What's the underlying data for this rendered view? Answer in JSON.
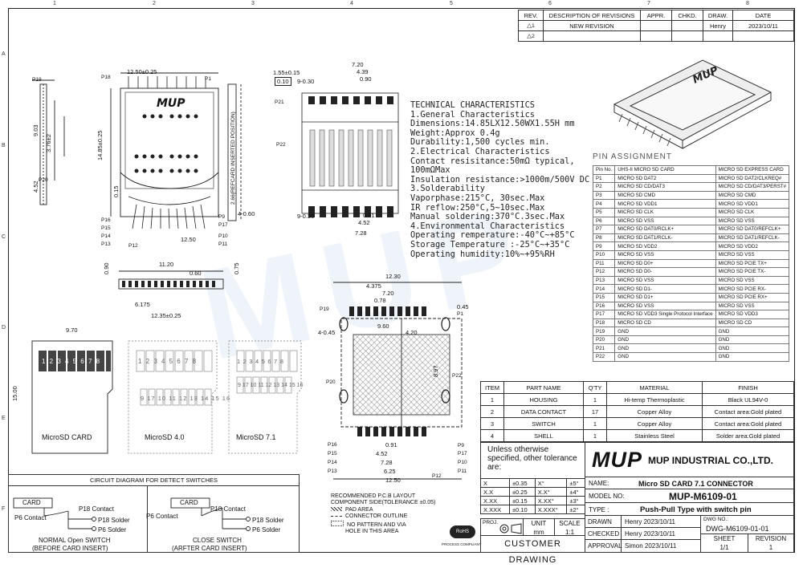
{
  "zones": {
    "cols": [
      "1",
      "2",
      "3",
      "4",
      "5",
      "6",
      "7",
      "8"
    ],
    "rows": [
      "A",
      "B",
      "C",
      "D",
      "E",
      "F"
    ]
  },
  "revision": {
    "headers": [
      "REV.",
      "DESCRIPTION OF REVISIONS",
      "APPR.",
      "CHKD.",
      "DRAW.",
      "DATE"
    ],
    "rows": [
      {
        "rev": "1",
        "desc": "NEW REVISION",
        "appr": "",
        "chkd": "",
        "draw": "Henry",
        "date": "2023/10/11"
      },
      {
        "rev": "2",
        "desc": "",
        "appr": "",
        "chkd": "",
        "draw": "",
        "date": ""
      }
    ]
  },
  "tech": {
    "lines": [
      "TECHNICAL CHARACTERISTICS",
      "1.General Characteristics",
      "Dimensions:14.85LX12.50WX1.55H mm",
      "Weight:Approx 0.4g",
      "Durability:1,500 cycles min.",
      "2.Electrical Characteristics",
      "Contact resisitance:50mΩ typical,",
      "100mΩMax",
      "Insulation resistance:>1000m/500V DC",
      "3.Solderability",
      "Vaporphase:215°C, 30sec.Max",
      "IR reflow:250°C,5~10sec.Max",
      "Manual soldering:370°C.3sec.Max",
      "4.Environmental Characteristics",
      "Operating remperature:-40°C~+85°C",
      "Storage Temperature :-25°C~+35°C",
      "Operating humidity:10%~+95%RH"
    ]
  },
  "pins": {
    "title": "PIN ASSIGNMENT",
    "headers": [
      "Pin No.",
      "UHS-II MICRO SD CARD",
      "MICRO SD EXPRESS CARD"
    ],
    "rows": [
      [
        "P1",
        "MICRO SD DAT2",
        "MICRO SD DAT2/CLKREQ#"
      ],
      [
        "P2",
        "MICRO SD CD/DAT3",
        "MICRO SD CD/DAT3/PERST#"
      ],
      [
        "P3",
        "MICRO SD CMD",
        "MICRO SD CMD"
      ],
      [
        "P4",
        "MICRO SD VDD1",
        "MICRO SD VDD1"
      ],
      [
        "P5",
        "MICRO SD CLK",
        "MICRO SD CLK"
      ],
      [
        "P6",
        "MICRO SD VSS",
        "MICRO SD VSS"
      ],
      [
        "P7",
        "MICRO SD DAT0/RCLK+",
        "MICRO SD DAT0/REFCLK+"
      ],
      [
        "P8",
        "MICRO SD DAT1/RCLK-",
        "MICRO SD DAT1/REFCLK-"
      ],
      [
        "P9",
        "MICRO SD VDD2",
        "MICRO SD VDD2"
      ],
      [
        "P10",
        "MICRO SD VSS",
        "MICRO SD VSS"
      ],
      [
        "P11",
        "MICRO SD D0+",
        "MICRO SD PCIE TX+"
      ],
      [
        "P12",
        "MICRO SD D0-",
        "MICRO SD PCIE TX-"
      ],
      [
        "P13",
        "MICRO SD VSS",
        "MICRO SD VSS"
      ],
      [
        "P14",
        "MICRO SD D1-",
        "MICRO SD PCIE RX-"
      ],
      [
        "P15",
        "MICRO SD D1+",
        "MICRO SD PCIE RX+"
      ],
      [
        "P16",
        "MICRO SD VSS",
        "MICRO SD VSS"
      ],
      [
        "P17",
        "MICRO SD VDD3 Single Protocol Interface",
        "MICRO SD VDD3"
      ],
      [
        "P18",
        "MICRO SD CD",
        "MICRO SD CD"
      ],
      [
        "P19",
        "GND",
        "GND"
      ],
      [
        "P20",
        "GND",
        "GND"
      ],
      [
        "P21",
        "GND",
        "GND"
      ],
      [
        "P22",
        "GND",
        "GND"
      ]
    ]
  },
  "parts": {
    "headers": [
      "ITEM",
      "PART NAME",
      "Q'TY",
      "MATERIAL",
      "FINISH"
    ],
    "rows": [
      [
        "1",
        "HOUSING",
        "1",
        "Hi-temp Thermoplastic",
        "Black UL94V-0"
      ],
      [
        "2",
        "DATA CONTACT",
        "17",
        "Copper Alloy",
        "Contact area:Gold plated"
      ],
      [
        "3",
        "SWITCH",
        "1",
        "Copper Alloy",
        "Contact area:Gold plated"
      ],
      [
        "4",
        "SHELL",
        "1",
        "Stainless Steel",
        "Solder area:Gold plated"
      ]
    ]
  },
  "titleblock": {
    "unless": "Unless otherwise specified, other tolerance are:",
    "tol": [
      [
        "X",
        "±0.35",
        "X°",
        "±5°"
      ],
      [
        "X.X",
        "±0.25",
        "X.X°",
        "±4°"
      ],
      [
        "X.XX",
        "±0.15",
        "X.XX°",
        "±3°"
      ],
      [
        "X.XXX",
        "±0.10",
        "X.XXX°",
        "±2°"
      ]
    ],
    "proj": "PROJ.",
    "unit_label": "UNIT",
    "unit": "mm",
    "scale_label": "SCALE",
    "scale": "1:1",
    "rohs": "RoHS",
    "process": "PROCESS COMPLIANT",
    "company_logo": "MUP",
    "company": "MUP INDUSTRIAL CO.,LTD.",
    "name_label": "NAME:",
    "name": "Micro SD CARD 7.1 CONNECTOR",
    "model_label": "MODEL NO:",
    "model": "MUP-M6109-01",
    "type_label": "TYPE :",
    "type": "Push-Pull Type with switch pin",
    "customer": "CUSTOMER DRAWING",
    "drawn_label": "DRAWN",
    "drawn": "Henry 2023/10/11",
    "checked_label": "CHECKED",
    "checked": "Henry 2023/10/11",
    "approval_label": "APPROVAL",
    "approval": "Simon 2023/10/11",
    "dwg_label": "DWG NO.:",
    "dwg": "DWG-M6109-01-01",
    "sheet_label": "SHEET",
    "sheet": "1/1",
    "revision_label": "REVISION",
    "revision": "1"
  },
  "pcb": {
    "lines": [
      "RECOMMENDED P.C.B LAYOUT",
      "COMPONENT SIDE(TOLERANCE ±0.05)",
      "PAD AREA",
      "CONNECTOR OUTLINE",
      "NO PATTERN AND VIA",
      "HOLE IN THIS AREA"
    ]
  },
  "circuit": {
    "title": "CIRCUIT DIAGRAM FOR DETECT SWITCHES",
    "card": "CARD",
    "p6": "P6 Contact",
    "p18c": "P18 Contact",
    "p18s": "P18 Solder",
    "p6s": "P6 Solder",
    "normal1": "NORMAL Open SWITCH",
    "normal2": "(BEFORE CARD INSERT)",
    "close1": "CLOSE SWITCH",
    "close2": "(ARFTER CARD INSERT)"
  },
  "cards": {
    "w": "9.70",
    "h": "15.00",
    "a": "MicroSD CARD",
    "b": "MicroSD 4.0",
    "c": "MicroSD 7.1",
    "nums_top": [
      "1",
      "2",
      "3",
      "4",
      "5",
      "6",
      "7",
      "8"
    ],
    "nums_bot": [
      "9",
      "17",
      "10",
      "11",
      "12",
      "13",
      "14",
      "15",
      "16"
    ]
  },
  "dims": {
    "top_w": "12.50±0.25",
    "len": "14.85±0.25",
    "d903": "9.03",
    "d376": "3.76±2",
    "d452": "4.52",
    "d015": "0.15",
    "d1250": "12.50",
    "d1120": "11.20",
    "d060": "0.60",
    "d090": "0.90",
    "d075": "0.75",
    "d6175": "6.175",
    "d1235": "12.35±0.25",
    "d155": "1.55±0.15",
    "d010": "0.10",
    "d930": "9-0.30",
    "d720": "7.20",
    "d439": "4.39",
    "d090b": "0.90",
    "d460": "4-0.60",
    "d091": "0.91",
    "d452b": "4.52",
    "d728": "7.28",
    "side": "2.66(REFCARD INSERTED POSITION)",
    "p12": "12.30",
    "p4375": "4.375",
    "p720": "7.20",
    "p078": "0.78",
    "p960": "9.60",
    "p420": "4.20",
    "p045": "0.45",
    "p405": "4-0.45",
    "p897": "8.97",
    "p091": "0.91",
    "p452": "4.52",
    "p728": "7.28",
    "p625": "6.25",
    "p1250": "12.50"
  },
  "watermark": "MUP"
}
